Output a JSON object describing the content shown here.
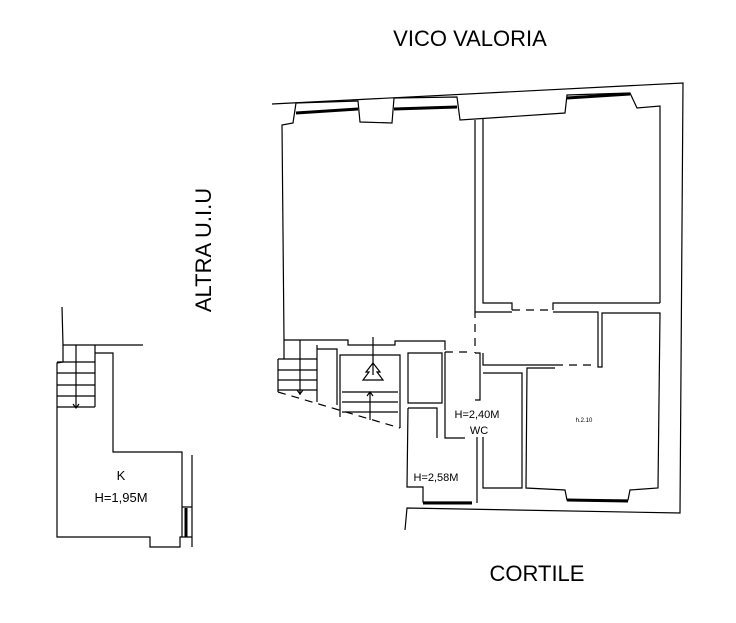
{
  "labels": {
    "street_top": "VICO VALORIA",
    "side_left": "ALTRA U.I.U",
    "courtyard": "CORTILE",
    "cellar_name": "K",
    "cellar_height": "H=1,95M",
    "wc_height": "H=2,40M",
    "wc_name": "WC",
    "room_height_258": "H=2,58M",
    "room_height_210": "h.2.10"
  },
  "colors": {
    "lines": "#000000",
    "background": "#ffffff"
  }
}
